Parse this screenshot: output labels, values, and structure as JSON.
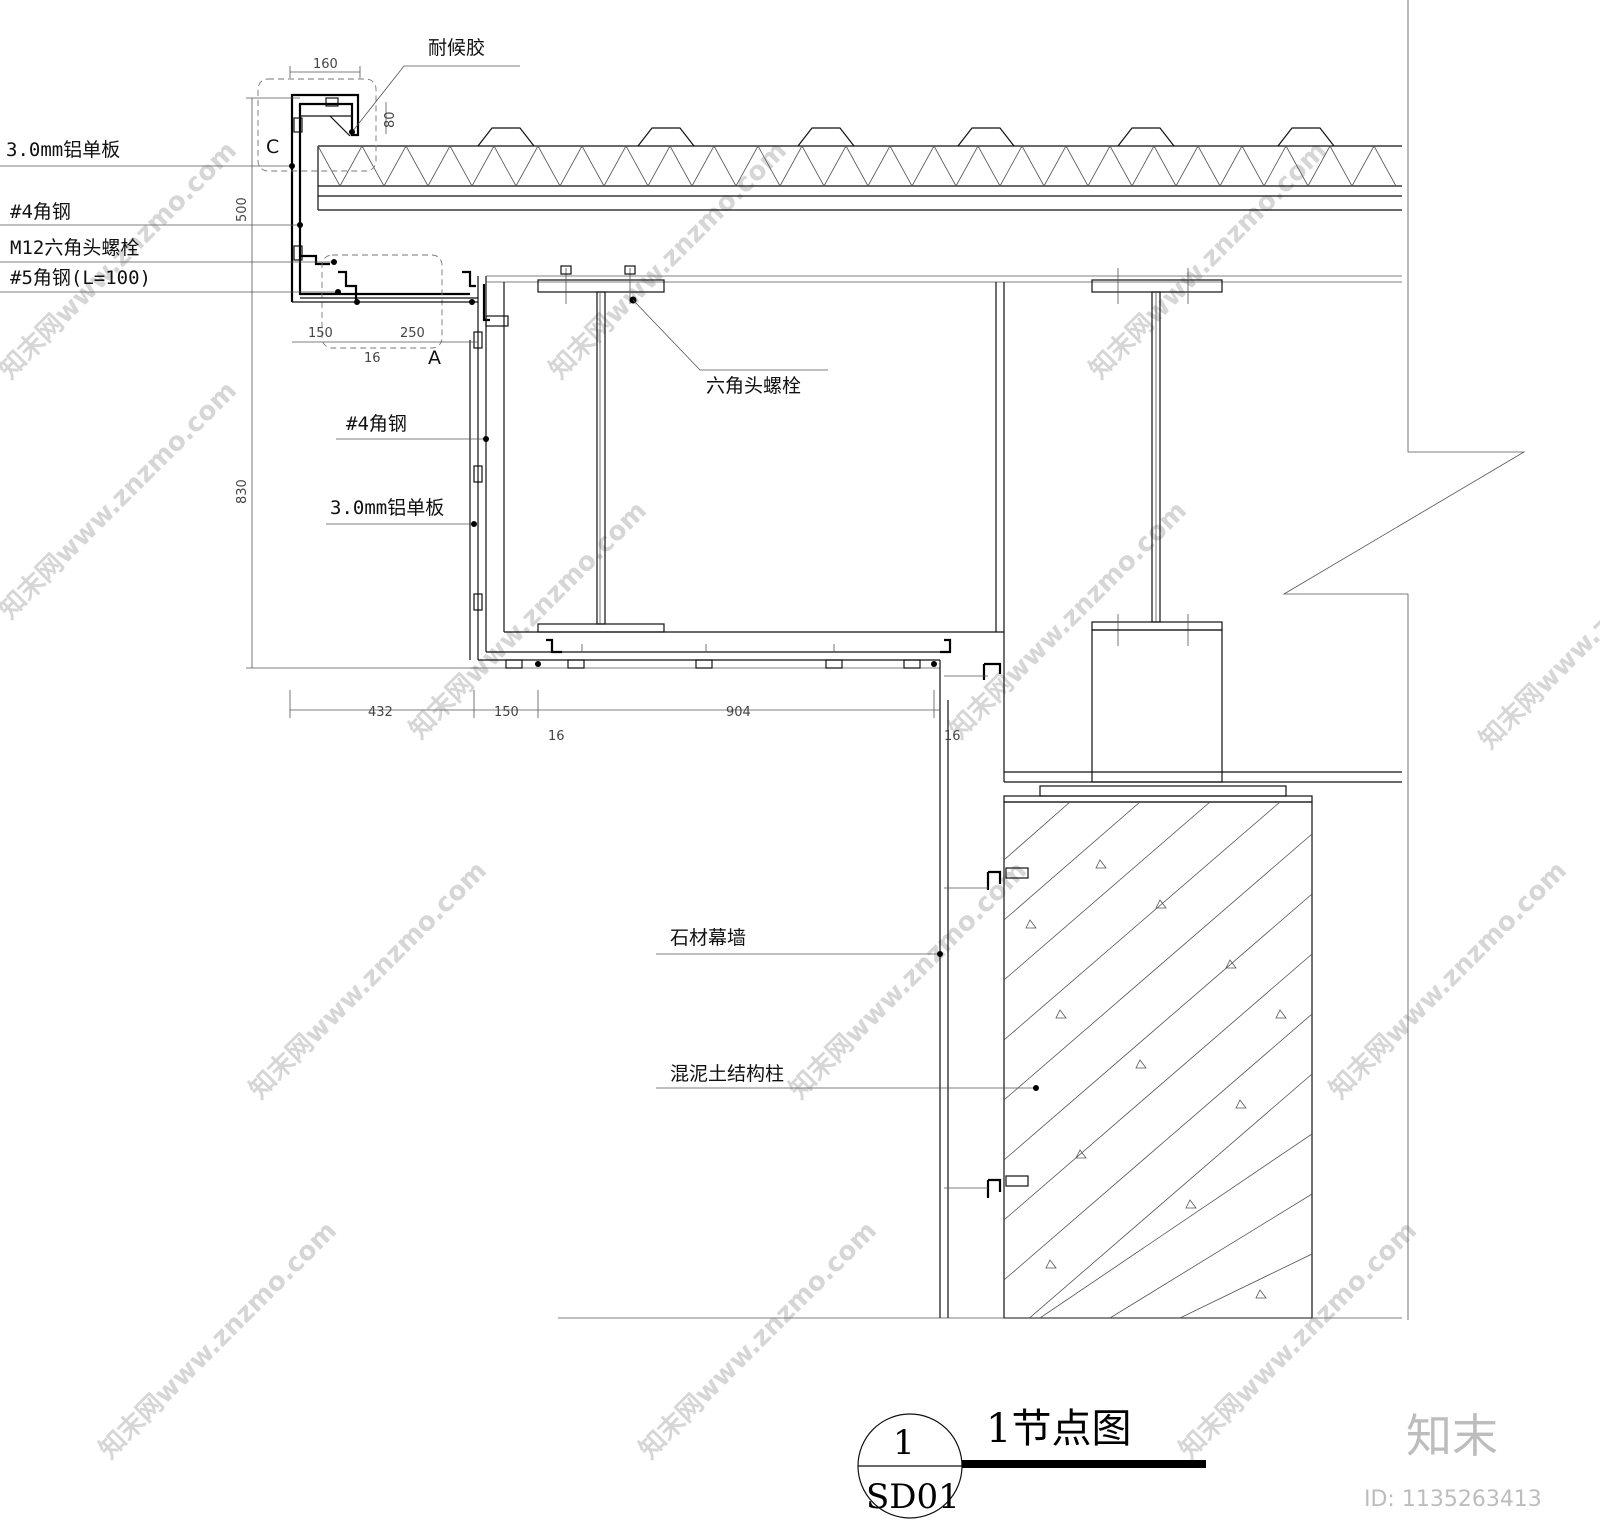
{
  "title": {
    "text": "1节点图",
    "symbol_number": "1",
    "symbol_sheet": "SD01"
  },
  "labels": {
    "sealant": "耐候胶",
    "al_panel_top": "3.0mm铝单板",
    "angle4_top": "#4角钢",
    "bolt_m12": "M12六角头螺栓",
    "angle5": "#5角钢(L=100)",
    "hex_bolt": "六角头螺栓",
    "angle4_mid": "#4角钢",
    "al_panel_mid": "3.0mm铝单板",
    "stone_wall": "石材幕墙",
    "concrete_column": "混泥土结构柱"
  },
  "dimensions": {
    "d160": "160",
    "d80": "80",
    "d500": "500",
    "d830": "830",
    "d150_top": "150",
    "d250": "250",
    "d16_top": "16",
    "d432": "432",
    "d150_bottom": "150",
    "d904": "904",
    "d16_left": "16",
    "d16_right": "16"
  },
  "detail_tags": {
    "c": "C",
    "a": "A"
  },
  "watermark": {
    "brand": "知末",
    "id": "ID: 1135263413",
    "diagonal": "知末网www.znzmo.com"
  }
}
